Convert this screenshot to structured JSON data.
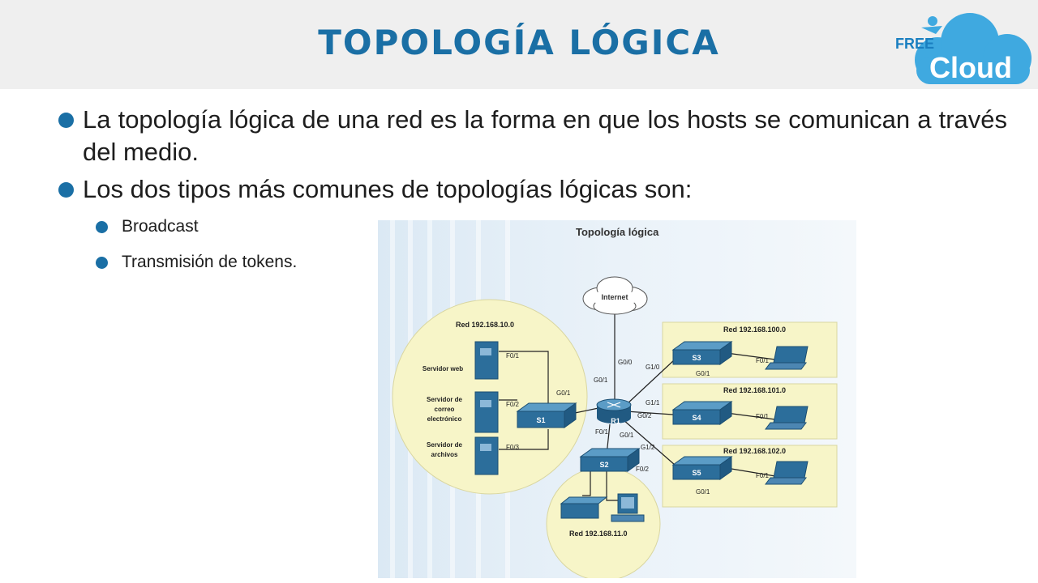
{
  "slide": {
    "title": "TOPOLOGÍA LÓGICA",
    "logo": {
      "top_text": "FREE",
      "bottom_text": "Cloud"
    },
    "bullets": [
      "La topología lógica de una red es la forma en que los hosts se comunican a través del medio.",
      "Los dos tipos más comunes de topologías lógicas son:"
    ],
    "sub_bullets": [
      "Broadcast",
      "Transmisión de tokens."
    ]
  },
  "figure": {
    "title": "Topología lógica",
    "cloud_label": "Internet",
    "router": "R1",
    "networks": {
      "left": "Red 192.168.10.0",
      "bottom": "Red 192.168.11.0",
      "s3": "Red 192.168.100.0",
      "s4": "Red 192.168.101.0",
      "s5": "Red 192.168.102.0"
    },
    "servers": {
      "web": [
        "Servidor web"
      ],
      "mail": [
        "Servidor de",
        "correo",
        "electrónico"
      ],
      "files": [
        "Servidor de",
        "archivos"
      ]
    },
    "switches": {
      "s1": "S1",
      "s2": "S2",
      "s3": "S3",
      "s4": "S4",
      "s5": "S5"
    },
    "ports": {
      "r1_internet": "G0/0",
      "r1_s1": "G0/1",
      "s1_uplink": "G0/1",
      "r1_s3": "G1/0",
      "r1_s4": "G1/1",
      "r1_s5": "G1/2",
      "r1_s2_a": "F0/1",
      "r1_s2_b": "G0/1",
      "r1_g02": "G0/2",
      "s1_f01": "F0/1",
      "s1_f02": "F0/2",
      "s1_f03": "F0/3",
      "s2_f02": "F0/2",
      "s3_g01": "G0/1",
      "s3_f01": "F0/1",
      "s4_f01": "F0/1",
      "s5_g01": "G0/1",
      "s5_f01": "F0/1"
    }
  },
  "colors": {
    "accent": "#1a6fa5",
    "zone": "#f7f5c8",
    "device": "#2c6e9b"
  }
}
